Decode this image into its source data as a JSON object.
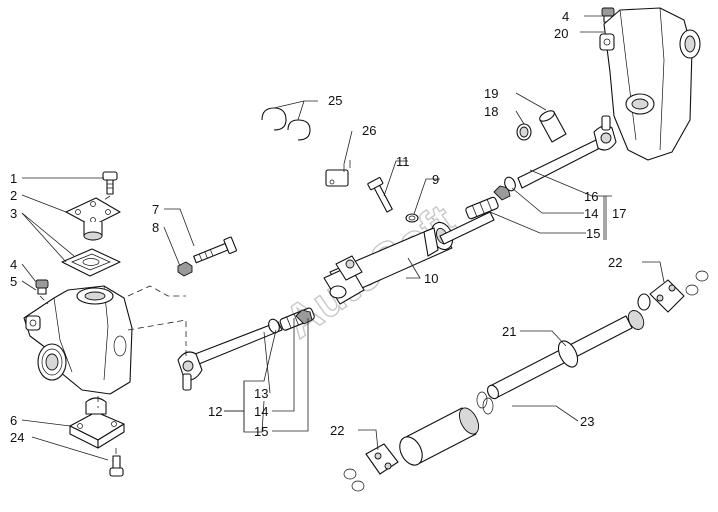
{
  "watermark": "AutoSoft",
  "labels": {
    "l1": "1",
    "l2": "2",
    "l3": "3",
    "l4a": "4",
    "l5": "5",
    "l6": "6",
    "l24": "24",
    "l7": "7",
    "l8": "8",
    "l9": "9",
    "l10": "10",
    "l11": "11",
    "l12": "12",
    "l13": "13",
    "l14a": "14",
    "l15a": "15",
    "l4b": "4",
    "l20": "20",
    "l19": "19",
    "l18": "18",
    "l16": "16",
    "l14b": "14",
    "l17": "17",
    "l15b": "15",
    "l25": "25",
    "l26": "26",
    "l21": "21",
    "l22a": "22",
    "l22b": "22",
    "l23": "23"
  }
}
